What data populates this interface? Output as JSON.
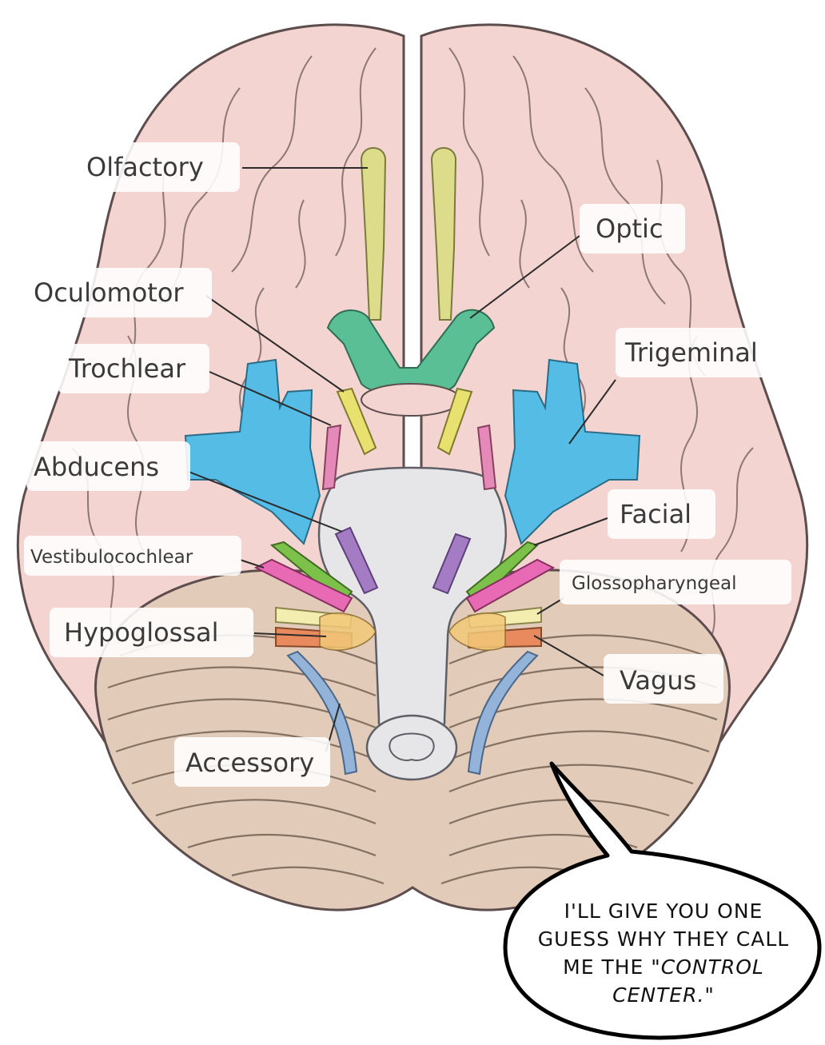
{
  "nerves": [
    {
      "id": "olfactory",
      "label": "Olfactory",
      "color": "#dcdc8a"
    },
    {
      "id": "optic",
      "label": "Optic",
      "color": "#5bbf95"
    },
    {
      "id": "oculomotor",
      "label": "Oculomotor",
      "color": "#e8e170"
    },
    {
      "id": "trochlear",
      "label": "Trochlear",
      "color": "#e58ab8"
    },
    {
      "id": "abducens",
      "label": "Abducens",
      "color": "#a47cc4"
    },
    {
      "id": "trigeminal",
      "label": "Trigeminal",
      "color": "#55bce6"
    },
    {
      "id": "facial",
      "label": "Facial",
      "color": "#7cc24a"
    },
    {
      "id": "vestibulocochlear",
      "label": "Vestibulocochlear",
      "color": "#e86ab5"
    },
    {
      "id": "glossopharyngeal",
      "label": "Glossopharyngeal",
      "color": "#f3eeb0"
    },
    {
      "id": "vagus",
      "label": "Vagus",
      "color": "#e8895e"
    },
    {
      "id": "accessory",
      "label": "Accessory",
      "color": "#93b4d8"
    },
    {
      "id": "hypoglossal",
      "label": "Hypoglossal",
      "color": "#e8895e"
    }
  ],
  "speech_bubble": {
    "line1": "I'LL GIVE YOU ONE",
    "line2": "GUESS WHY THEY CALL",
    "line3_plain": "ME THE ",
    "line3_em": "\"CONTROL",
    "line4": "CENTER.\""
  },
  "colors": {
    "cerebrum": "#f3d4d0",
    "cerebellum": "#e2cbb8",
    "brainstem": "#e6e6e8",
    "outline": "#5e4d4d"
  }
}
